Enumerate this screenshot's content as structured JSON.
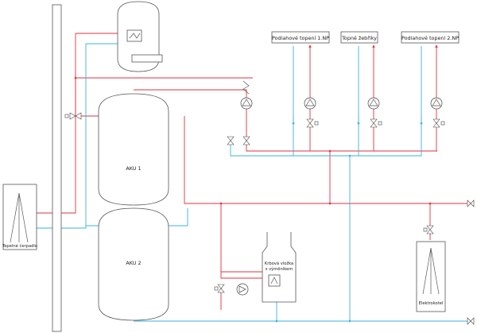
{
  "labels": {
    "heat_pump": "Tepelné čerpadlo",
    "tank_1": "AKU 1",
    "tank_2": "AKU 2",
    "floor_heating_1": "Podlahové topení 1.NP",
    "ladders": "Topné žebříky",
    "floor_heating_2": "Podlahové topení 2.NP",
    "stove_line1": "Krbová vložka",
    "stove_line2": "s výměníkem",
    "electric_boiler": "Elektrokotel"
  },
  "colors": {
    "hot": "#e0303c",
    "cold": "#3ab3dc",
    "outline": "#555555"
  }
}
